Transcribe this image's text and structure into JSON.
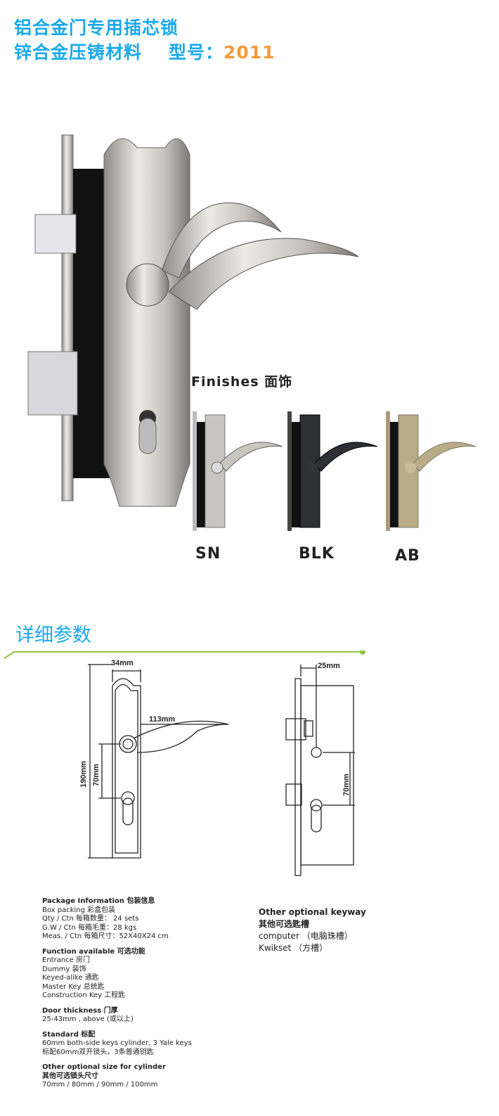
{
  "header": {
    "line1": "铝合金门专用插芯锁",
    "line2": "锌合金压铸材料",
    "model_label": "型号：",
    "model_value": "2011"
  },
  "finishes": {
    "title": "Finishes 面饰",
    "items": [
      {
        "code": "SN",
        "color": "#c9c6c0"
      },
      {
        "code": "BLK",
        "color": "#2e3036"
      },
      {
        "code": "AB",
        "color": "#b9ac86"
      }
    ]
  },
  "section": {
    "title": "详细参数",
    "accent": "#8cc63f"
  },
  "dimensions": {
    "width": "34mm",
    "handle": "113mm",
    "height": "190mm",
    "center_left": "70mm",
    "backset": "25mm",
    "center_right": "70mm"
  },
  "specs": [
    {
      "heading": "Package  Information 包装信息",
      "lines": [
        "Box packing 彩盒包装",
        "Qty / Ctn 每箱数量： 24 sets",
        "G.W / Ctn 每箱毛重：28 kgs",
        "Meas. / Ctn 每箱尺寸：52X40X24 cm"
      ]
    },
    {
      "heading": "Function available 可选功能",
      "lines": [
        "Entrance 房门",
        "Dummy 装饰",
        "Keyed-alike 通匙",
        "Master Key 总统匙",
        "Construction Key 工程匙"
      ]
    },
    {
      "heading": "Door thickness 门厚",
      "lines": [
        "25-43mm , above (或以上)"
      ]
    },
    {
      "heading": "Standard 标配",
      "lines": [
        "60mm both-side keys cylinder, 3 Yale keys",
        "标配60mm双开锁头，3条普通钥匙"
      ]
    },
    {
      "heading": "Other optional size for cylinder",
      "lines": [
        "其他可选锁头尺寸",
        "70mm / 80mm / 90mm / 100mm"
      ]
    }
  ],
  "keyway": {
    "heading": "Other optional keyway",
    "sub": "其他可选匙槽",
    "lines": [
      "computer （电脑珠槽）",
      "Kwikset  （方槽）"
    ]
  }
}
